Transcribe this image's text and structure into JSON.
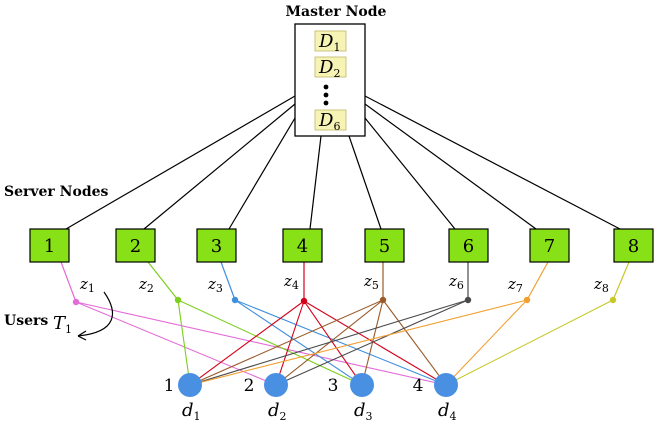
{
  "title": "Master Node",
  "server_nodes_label": "Server Nodes",
  "users_label": "Users",
  "master_items": [
    {
      "letter": "D",
      "sub": "1"
    },
    {
      "letter": "D",
      "sub": "2"
    },
    {
      "letter": "D",
      "sub": "6"
    }
  ],
  "servers": [
    "1",
    "2",
    "3",
    "4",
    "5",
    "6",
    "7",
    "8"
  ],
  "users": [
    {
      "letter": "z",
      "sub": "1"
    },
    {
      "letter": "z",
      "sub": "2"
    },
    {
      "letter": "z",
      "sub": "3"
    },
    {
      "letter": "z",
      "sub": "4"
    },
    {
      "letter": "z",
      "sub": "5"
    },
    {
      "letter": "z",
      "sub": "6"
    },
    {
      "letter": "z",
      "sub": "7"
    },
    {
      "letter": "z",
      "sub": "8"
    }
  ],
  "user_colors": [
    "#e36bd8",
    "#7ccf1f",
    "#3f8fdc",
    "#d4001a",
    "#9a5a2a",
    "#4a4a4a",
    "#f0a030",
    "#c8c828"
  ],
  "data_nodes": [
    {
      "number": "1",
      "letter": "d",
      "sub": "1"
    },
    {
      "number": "2",
      "letter": "d",
      "sub": "2"
    },
    {
      "number": "3",
      "letter": "d",
      "sub": "3"
    },
    {
      "number": "4",
      "letter": "d",
      "sub": "4"
    }
  ],
  "tau": {
    "letter": "T",
    "sub": "1"
  },
  "colors": {
    "server_fill": "#88e016",
    "master_item_fill": "#f7f3b4",
    "data_node_fill": "#4a90e2"
  }
}
